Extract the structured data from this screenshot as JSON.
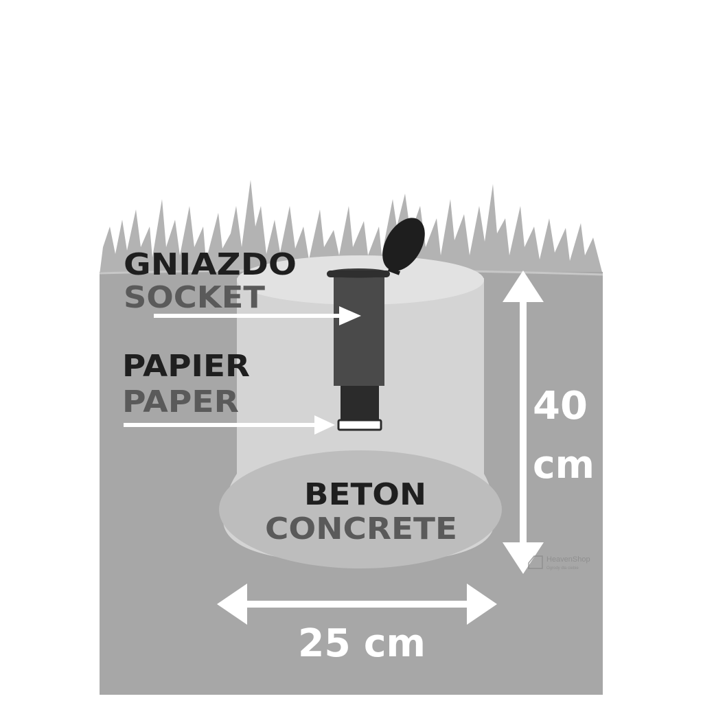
{
  "labels": {
    "socket_pl": "GNIAZDO",
    "socket_en": "SOCKET",
    "paper_pl": "PAPIER",
    "paper_en": "PAPER",
    "concrete_pl": "BETON",
    "concrete_en": "CONCRETE"
  },
  "dimensions": {
    "height_value": "40",
    "height_unit": "cm",
    "width_label": "25 cm"
  },
  "watermark": {
    "brand": "HeavenShop",
    "tagline": "Ogrody dla ciebie"
  },
  "colors": {
    "soil": "#a7a7a7",
    "grass": "#b3b3b3",
    "hole": "#d4d4d4",
    "concrete": "#bdbdbd",
    "socket": "#4a4a4a",
    "socket_dark": "#2b2b2b"
  }
}
